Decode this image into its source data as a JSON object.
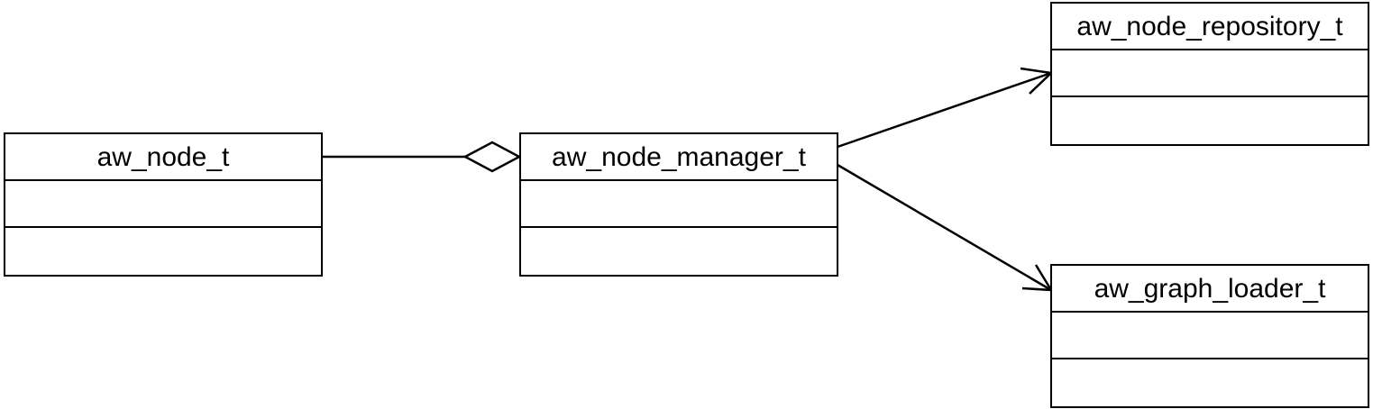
{
  "diagram": {
    "classes": [
      {
        "id": "node",
        "name": "aw_node_t",
        "attributes": [],
        "operations": []
      },
      {
        "id": "manager",
        "name": "aw_node_manager_t",
        "attributes": [],
        "operations": []
      },
      {
        "id": "repository",
        "name": "aw_node_repository_t",
        "attributes": [],
        "operations": []
      },
      {
        "id": "loader",
        "name": "aw_graph_loader_t",
        "attributes": [],
        "operations": []
      }
    ],
    "relationships": [
      {
        "from": "node",
        "to": "manager",
        "type": "aggregation"
      },
      {
        "from": "manager",
        "to": "repository",
        "type": "directed-association"
      },
      {
        "from": "manager",
        "to": "loader",
        "type": "directed-association"
      }
    ]
  }
}
